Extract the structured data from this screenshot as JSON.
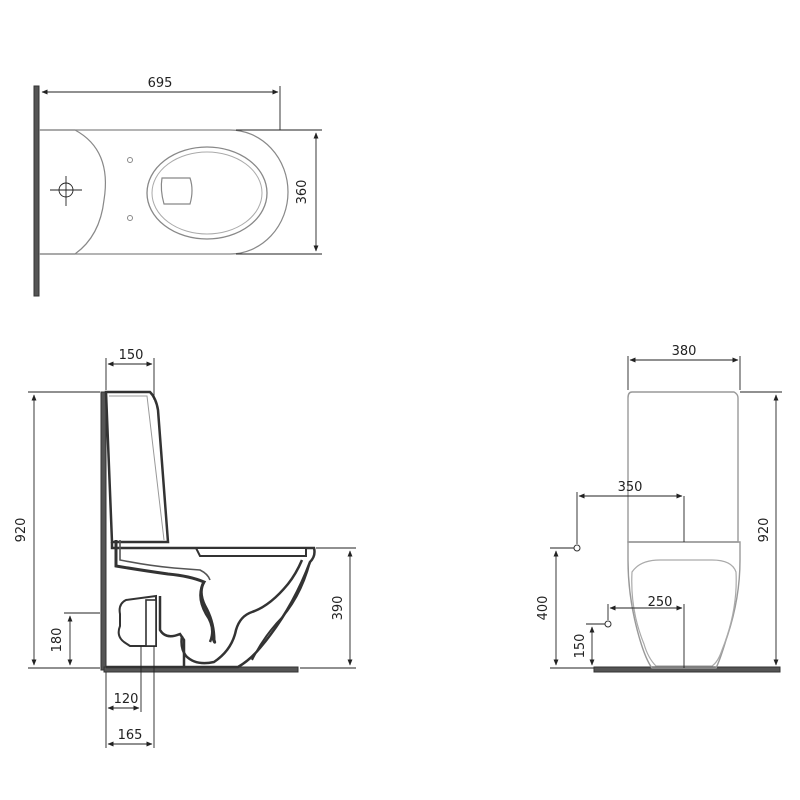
{
  "dimensions": {
    "top_length": "695",
    "top_width": "360",
    "side_tank_depth": "150",
    "side_total_height": "920",
    "side_rim_height": "390",
    "side_inlet_height": "180",
    "side_outlet_120": "120",
    "side_outlet_165": "165",
    "front_width": "380",
    "front_total_height": "920",
    "front_water_350": "350",
    "front_inlet_height": "400",
    "front_waste_250": "250",
    "front_waste_height": "150"
  }
}
